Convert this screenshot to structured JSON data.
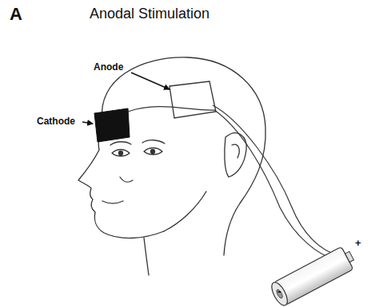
{
  "diagram": {
    "title": "Anodal Stimulation",
    "labels": [
      "A",
      "Anode",
      "Cathode",
      "+",
      "-"
    ]
  }
}
